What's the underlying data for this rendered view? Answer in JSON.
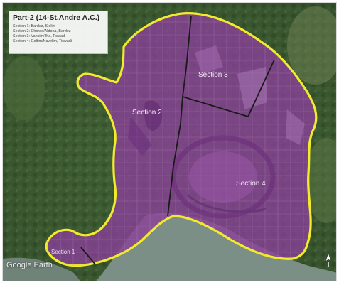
{
  "legend": {
    "title": "Part-2 (14-St.Andre A.C.)",
    "lines": [
      "Section 1: Bardez, Siolim",
      "Section 2: Chorao/Aldona, Bardez",
      "Section 3: Vanxim/Ilha, Tiswadi",
      "Section 4: Goltim/Navelim, Tiswadi"
    ]
  },
  "sections": [
    {
      "label": "Section 1"
    },
    {
      "label": "Section 2"
    },
    {
      "label": "Section 3"
    },
    {
      "label": "Section 4"
    }
  ],
  "watermark": "Google Earth",
  "colors": {
    "boundary": "#f2ec2a",
    "overlay": "#8a3f9a",
    "divider": "#1a1a1a",
    "water": "#7c8f86",
    "vegetation": "#3a5a30"
  },
  "icons": {
    "north": "north-arrow-icon"
  }
}
